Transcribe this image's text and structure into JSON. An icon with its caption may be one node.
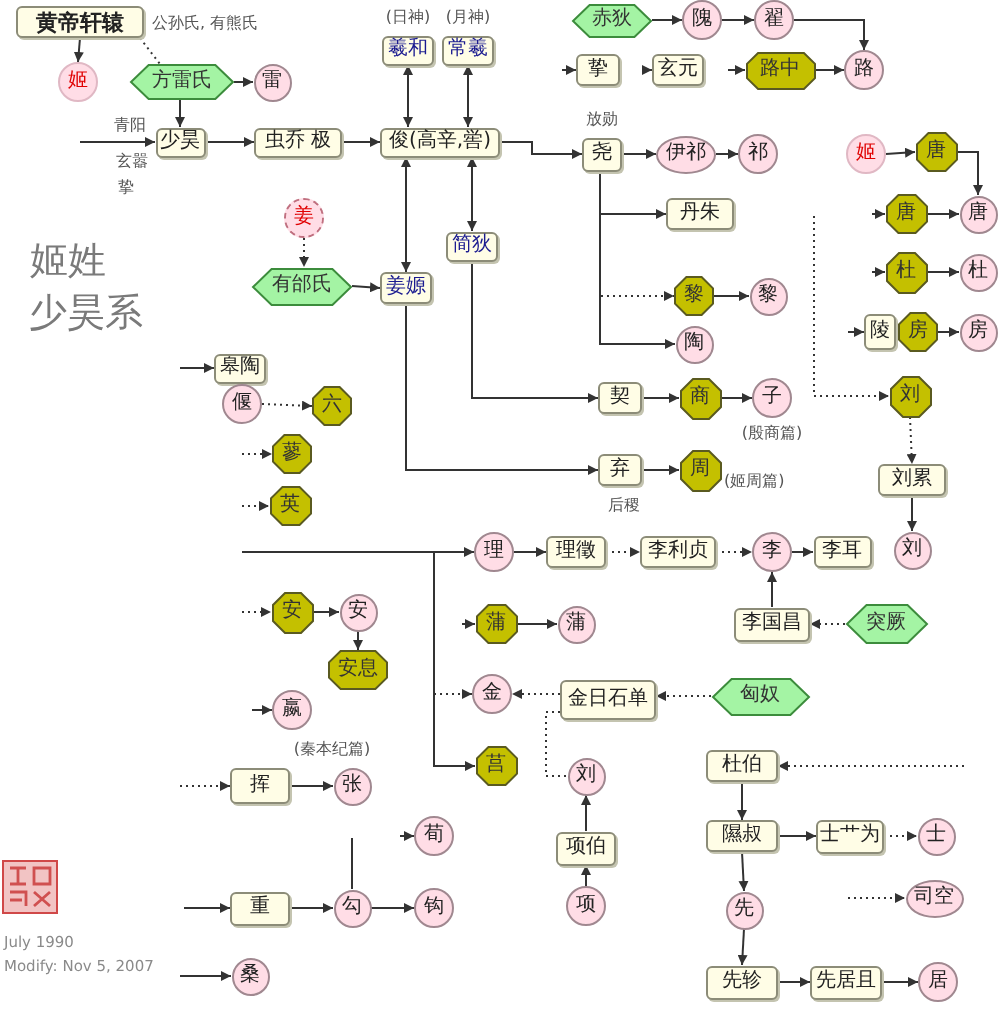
{
  "diagram": {
    "nodes": [
      {
        "text": [
          "黄帝轩辕"
        ],
        "beside": [
          "公孙氏, 有熊氏"
        ]
      },
      {
        "text": [
          "姬"
        ]
      },
      {
        "text": [
          "方雷氏"
        ]
      },
      {
        "text": [
          "雷"
        ]
      },
      {
        "text": [
          "羲和"
        ],
        "beside": [
          "(日神)"
        ]
      },
      {
        "text": [
          "常羲"
        ],
        "beside": [
          "(月神)"
        ]
      },
      {
        "text": [
          "赤狄"
        ]
      },
      {
        "text": [
          "隗"
        ]
      },
      {
        "text": [
          "翟"
        ]
      },
      {
        "text": [
          "路"
        ]
      },
      {
        "text": [
          "挚"
        ]
      },
      {
        "text": [
          "玄元"
        ]
      },
      {
        "text": [
          "路中"
        ]
      },
      {
        "text": [
          "少昊"
        ],
        "beside": [
          "青阳",
          "玄嚣",
          "挚"
        ]
      },
      {
        "text": [
          "虫乔 极"
        ]
      },
      {
        "text": [
          "俊(高辛,喾)"
        ]
      },
      {
        "text": [
          "尧"
        ],
        "beside": [
          "放勋"
        ]
      },
      {
        "text": [
          "伊祁"
        ]
      },
      {
        "text": [
          "祁"
        ]
      },
      {
        "text": [
          "姬"
        ]
      },
      {
        "text": [
          "唐"
        ]
      },
      {
        "text": [
          "姜"
        ]
      },
      {
        "text": [
          "丹朱"
        ]
      },
      {
        "text": [
          "唐"
        ]
      },
      {
        "text": [
          "唐"
        ]
      },
      {
        "text": [
          "简狄"
        ]
      },
      {
        "text": [
          "有邰氏"
        ]
      },
      {
        "text": [
          "姜嫄"
        ]
      },
      {
        "text": [
          "杜"
        ]
      },
      {
        "text": [
          "杜"
        ]
      },
      {
        "text": [
          "黎"
        ]
      },
      {
        "text": [
          "黎"
        ]
      },
      {
        "text": [
          "陵"
        ]
      },
      {
        "text": [
          "房"
        ]
      },
      {
        "text": [
          "房"
        ]
      },
      {
        "text": [
          "陶"
        ]
      },
      {
        "text": [
          "皋陶"
        ]
      },
      {
        "text": [
          "偃"
        ]
      },
      {
        "text": [
          "六"
        ]
      },
      {
        "text": [
          "契"
        ]
      },
      {
        "text": [
          "商"
        ]
      },
      {
        "text": [
          "子"
        ],
        "beside": [
          "(殷商篇)"
        ]
      },
      {
        "text": [
          "刘"
        ]
      },
      {
        "text": [
          "蓼"
        ]
      },
      {
        "text": [
          "弃"
        ],
        "beside": [
          "后稷"
        ]
      },
      {
        "text": [
          "周"
        ],
        "beside": [
          "(姬周篇)"
        ]
      },
      {
        "text": [
          "刘累"
        ]
      },
      {
        "text": [
          "英"
        ]
      },
      {
        "text": [
          "理"
        ]
      },
      {
        "text": [
          "理徵"
        ]
      },
      {
        "text": [
          "李利贞"
        ]
      },
      {
        "text": [
          "李"
        ]
      },
      {
        "text": [
          "李耳"
        ]
      },
      {
        "text": [
          "刘"
        ]
      },
      {
        "text": [
          "安"
        ]
      },
      {
        "text": [
          "安"
        ]
      },
      {
        "text": [
          "蒲"
        ]
      },
      {
        "text": [
          "蒲"
        ]
      },
      {
        "text": [
          "李国昌"
        ]
      },
      {
        "text": [
          "突厥"
        ]
      },
      {
        "text": [
          "安息"
        ]
      },
      {
        "text": [
          "金"
        ]
      },
      {
        "text": [
          "金日石单"
        ]
      },
      {
        "text": [
          "匈奴"
        ]
      },
      {
        "text": [
          "嬴"
        ],
        "beside": [
          "(秦本纪篇)"
        ]
      },
      {
        "text": [
          "莒"
        ]
      },
      {
        "text": [
          "杜伯"
        ]
      },
      {
        "text": [
          "刘"
        ]
      },
      {
        "text": [
          "挥"
        ]
      },
      {
        "text": [
          "张"
        ]
      },
      {
        "text": [
          "荀"
        ]
      },
      {
        "text": [
          "隰叔"
        ]
      },
      {
        "text": [
          "士艹为"
        ]
      },
      {
        "text": [
          "士"
        ]
      },
      {
        "text": [
          "项伯"
        ]
      },
      {
        "text": [
          "重"
        ]
      },
      {
        "text": [
          "勾"
        ]
      },
      {
        "text": [
          "钩"
        ]
      },
      {
        "text": [
          "先"
        ]
      },
      {
        "text": [
          "司空"
        ]
      },
      {
        "text": [
          "项"
        ]
      },
      {
        "text": [
          "桑"
        ]
      },
      {
        "text": [
          "先轸"
        ]
      },
      {
        "text": [
          "先居且"
        ]
      },
      {
        "text": [
          "居"
        ]
      }
    ],
    "edges": [
      {
        "from": 0,
        "to": 1,
        "arrow": "to"
      },
      {
        "from": 0,
        "to": 2,
        "arrow": "none",
        "style": "dashed"
      },
      {
        "from": 2,
        "to": 3,
        "arrow": "to"
      },
      {
        "from": 2,
        "to": 13,
        "arrow": "to"
      },
      {
        "from": null,
        "to": 13,
        "arrow": "to"
      },
      {
        "from": 13,
        "to": 14,
        "arrow": "to"
      },
      {
        "from": 14,
        "to": 15,
        "arrow": "to"
      },
      {
        "from": 15,
        "to": 4,
        "arrow": "both"
      },
      {
        "from": 15,
        "to": 5,
        "arrow": "both"
      },
      {
        "from": 15,
        "to": 27,
        "arrow": "both"
      },
      {
        "from": 15,
        "to": 25,
        "arrow": "both"
      },
      {
        "from": 21,
        "to": 26,
        "arrow": "to",
        "style": "dashed"
      },
      {
        "from": 26,
        "to": 27,
        "arrow": "to"
      },
      {
        "from": 6,
        "to": 7,
        "arrow": "to"
      },
      {
        "from": 7,
        "to": 8,
        "arrow": "to"
      },
      {
        "from": 8,
        "to": 9,
        "arrow": "to"
      },
      {
        "from": null,
        "to": 10,
        "arrow": "to"
      },
      {
        "from": null,
        "to": 11,
        "arrow": "to"
      },
      {
        "from": null,
        "to": 12,
        "arrow": "to"
      },
      {
        "from": 12,
        "to": 9,
        "arrow": "to"
      },
      {
        "from": 15,
        "to": 16,
        "arrow": "to"
      },
      {
        "from": 16,
        "to": 17,
        "arrow": "to"
      },
      {
        "from": 17,
        "to": 18,
        "arrow": "to"
      },
      {
        "from": 16,
        "to": 22,
        "arrow": "to"
      },
      {
        "from": 16,
        "to": 30,
        "arrow": "to",
        "style": "dashed"
      },
      {
        "from": 16,
        "to": 35,
        "arrow": "to"
      },
      {
        "from": 30,
        "to": 31,
        "arrow": "to"
      },
      {
        "from": 19,
        "to": 20,
        "arrow": "to"
      },
      {
        "from": 20,
        "to": 24,
        "arrow": "to"
      },
      {
        "from": null,
        "to": 23,
        "arrow": "to"
      },
      {
        "from": 23,
        "to": 24,
        "arrow": "to"
      },
      {
        "from": null,
        "to": 28,
        "arrow": "to"
      },
      {
        "from": 28,
        "to": 29,
        "arrow": "to"
      },
      {
        "from": null,
        "to": 32,
        "arrow": "to"
      },
      {
        "from": 33,
        "to": 34,
        "arrow": "to"
      },
      {
        "from": null,
        "to": 42,
        "arrow": "to",
        "style": "dashed"
      },
      {
        "from": 42,
        "to": 46,
        "arrow": "to",
        "style": "dashed"
      },
      {
        "from": 46,
        "to": 53,
        "arrow": "to"
      },
      {
        "from": 25,
        "to": 39,
        "arrow": "to"
      },
      {
        "from": 27,
        "to": 44,
        "arrow": "to"
      },
      {
        "from": 39,
        "to": 40,
        "arrow": "to"
      },
      {
        "from": 40,
        "to": 41,
        "arrow": "to"
      },
      {
        "from": 44,
        "to": 45,
        "arrow": "to"
      },
      {
        "from": null,
        "to": 36,
        "arrow": "to"
      },
      {
        "from": 37,
        "to": 38,
        "arrow": "to",
        "style": "dashed"
      },
      {
        "from": null,
        "to": 43,
        "arrow": "to",
        "style": "dashed"
      },
      {
        "from": null,
        "to": 47,
        "arrow": "to",
        "style": "dashed"
      },
      {
        "from": null,
        "to": 48,
        "arrow": "to"
      },
      {
        "from": 48,
        "to": 49,
        "arrow": "to"
      },
      {
        "from": 49,
        "to": 50,
        "arrow": "to",
        "style": "dashed"
      },
      {
        "from": 50,
        "to": 51,
        "arrow": "to",
        "style": "dashed"
      },
      {
        "from": 51,
        "to": 52,
        "arrow": "to"
      },
      {
        "from": 58,
        "to": 51,
        "arrow": "to"
      },
      {
        "from": 59,
        "to": 58,
        "arrow": "to",
        "style": "dashed"
      },
      {
        "from": null,
        "to": 54,
        "arrow": "to",
        "style": "dashed"
      },
      {
        "from": 54,
        "to": 55,
        "arrow": "to"
      },
      {
        "from": 55,
        "to": 60,
        "arrow": "to"
      },
      {
        "from": null,
        "to": 56,
        "arrow": "to"
      },
      {
        "from": 56,
        "to": 57,
        "arrow": "to"
      },
      {
        "from": null,
        "to": 61,
        "arrow": "to",
        "style": "dashed"
      },
      {
        "from": null,
        "to": 65,
        "arrow": "to"
      },
      {
        "from": 62,
        "to": 61,
        "arrow": "to",
        "style": "dashed"
      },
      {
        "from": 63,
        "to": 62,
        "arrow": "to",
        "style": "dashed"
      },
      {
        "from": 62,
        "to": 67,
        "arrow": "none",
        "style": "dashed"
      },
      {
        "from": 74,
        "to": 67,
        "arrow": "to"
      },
      {
        "from": 80,
        "to": 74,
        "arrow": "to"
      },
      {
        "from": null,
        "to": 64,
        "arrow": "to"
      },
      {
        "from": null,
        "to": 68,
        "arrow": "to",
        "style": "dashed"
      },
      {
        "from": 68,
        "to": 69,
        "arrow": "to"
      },
      {
        "from": null,
        "to": 70,
        "arrow": "to"
      },
      {
        "from": 76,
        "to": null,
        "arrow": "none"
      },
      {
        "from": null,
        "to": 75,
        "arrow": "to"
      },
      {
        "from": 75,
        "to": 76,
        "arrow": "to"
      },
      {
        "from": 76,
        "to": 77,
        "arrow": "to"
      },
      {
        "from": null,
        "to": 81,
        "arrow": "to"
      },
      {
        "from": null,
        "to": 66,
        "arrow": "to",
        "style": "dashed"
      },
      {
        "from": 66,
        "to": 71,
        "arrow": "to"
      },
      {
        "from": 71,
        "to": 72,
        "arrow": "to"
      },
      {
        "from": 72,
        "to": 73,
        "arrow": "to",
        "style": "dashed"
      },
      {
        "from": 71,
        "to": 78,
        "arrow": "to"
      },
      {
        "from": null,
        "to": 79,
        "arrow": "to",
        "style": "dashed"
      },
      {
        "from": 78,
        "to": 82,
        "arrow": "to"
      },
      {
        "from": 82,
        "to": 83,
        "arrow": "to"
      },
      {
        "from": 83,
        "to": 84,
        "arrow": "to"
      }
    ],
    "labels": [
      "姬姓",
      "少昊系",
      "July 1990",
      "Modify: Nov 5, 2007"
    ]
  }
}
